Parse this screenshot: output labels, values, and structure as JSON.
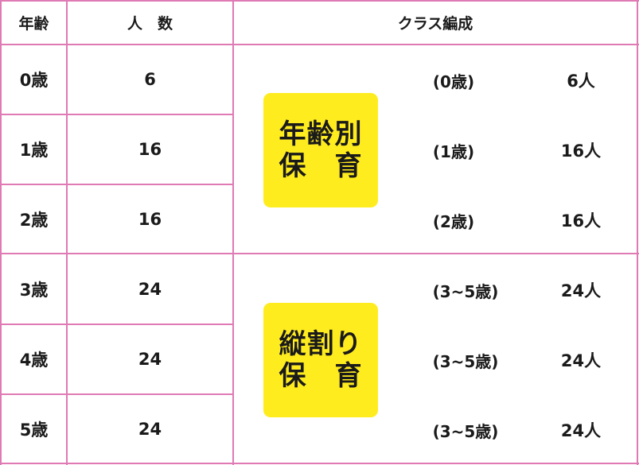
{
  "header": {
    "age": "年齢",
    "count": "人　数",
    "class": "クラス編成"
  },
  "rows": [
    {
      "age": "0歳",
      "count": "6",
      "class_group": "(0歳)",
      "class_count": "6人"
    },
    {
      "age": "1歳",
      "count": "16",
      "class_group": "(1歳)",
      "class_count": "16人"
    },
    {
      "age": "2歳",
      "count": "16",
      "class_group": "(2歳)",
      "class_count": "16人"
    },
    {
      "age": "3歳",
      "count": "24",
      "class_group": "(3~5歳)",
      "class_count": "24人"
    },
    {
      "age": "4歳",
      "count": "24",
      "class_group": "(3~5歳)",
      "class_count": "24人"
    },
    {
      "age": "5歳",
      "count": "24",
      "class_group": "(3~5歳)",
      "class_count": "24人"
    }
  ],
  "badges": [
    {
      "line1": "年齢別",
      "line2": "保　育"
    },
    {
      "line1": "縦割り",
      "line2": "保　育"
    }
  ],
  "colors": {
    "border": "#e07ab4",
    "badge": "#ffec1f",
    "text": "#1a1a1a"
  }
}
